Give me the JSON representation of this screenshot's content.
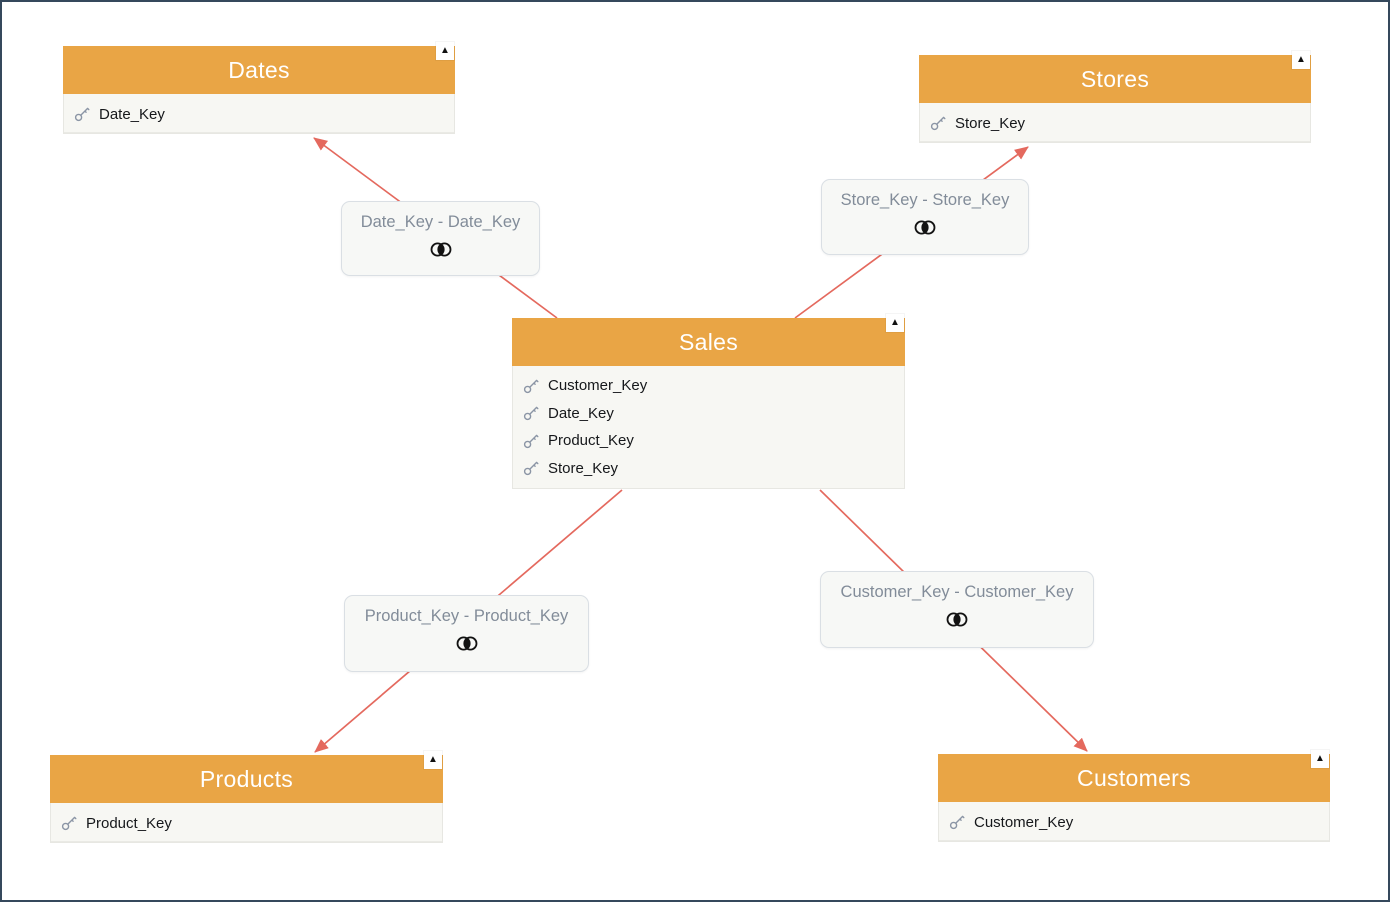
{
  "diagram": {
    "kind": "star-schema-data-model",
    "background": "#ffffff",
    "frame_border_color": "#35485c",
    "header_color": "#e9a545",
    "arrow_color": "#e4695e",
    "relationship_text_color": "#828c99"
  },
  "tables": {
    "dates": {
      "title": "Dates",
      "fields": [
        "Date_Key"
      ]
    },
    "stores": {
      "title": "Stores",
      "fields": [
        "Store_Key"
      ]
    },
    "sales": {
      "title": "Sales",
      "fields": [
        "Customer_Key",
        "Date_Key",
        "Product_Key",
        "Store_Key"
      ]
    },
    "products": {
      "title": "Products",
      "fields": [
        "Product_Key"
      ]
    },
    "customers": {
      "title": "Customers",
      "fields": [
        "Customer_Key"
      ]
    }
  },
  "relationships": {
    "date": {
      "label": "Date_Key - Date_Key",
      "join_type": "inner-join"
    },
    "store": {
      "label": "Store_Key - Store_Key",
      "join_type": "inner-join"
    },
    "product": {
      "label": "Product_Key - Product_Key",
      "join_type": "inner-join"
    },
    "customer": {
      "label": "Customer_Key - Customer_Key",
      "join_type": "inner-join"
    }
  },
  "icons": {
    "collapse_glyph": "▲",
    "key_icon": "key-icon",
    "join_icon": "inner-join-venn-icon"
  }
}
